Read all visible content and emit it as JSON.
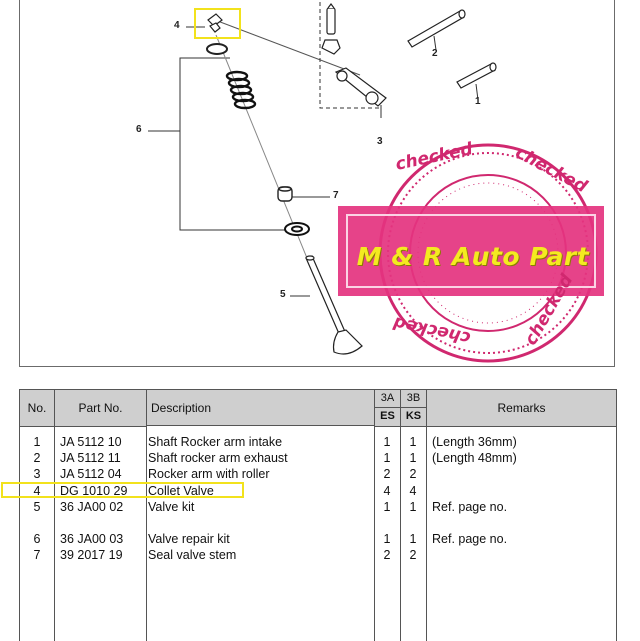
{
  "diagram": {
    "callouts": [
      "4",
      "2",
      "1",
      "6",
      "3",
      "7",
      "5"
    ]
  },
  "stamp": {
    "main_text": "M & R Auto Part",
    "word": "checked",
    "colors": {
      "ring": "#d0286f",
      "text": "#f4ea20",
      "band": "#e4337f"
    }
  },
  "table": {
    "headers": {
      "no": "No.",
      "part_no": "Part No.",
      "description": "Description",
      "col_3a_top": "3A",
      "col_3a_bottom": "ES",
      "col_3b_top": "3B",
      "col_3b_bottom": "KS",
      "remarks": "Remarks"
    },
    "rows": [
      {
        "no": "1",
        "part_no": "JA 5112 10",
        "description": "Shaft Rocker arm intake",
        "a": "1",
        "b": "1",
        "remarks": "(Length 36mm)"
      },
      {
        "no": "2",
        "part_no": "JA 5112 11",
        "description": "Shaft rocker arm exhaust",
        "a": "1",
        "b": "1",
        "remarks": "(Length 48mm)"
      },
      {
        "no": "3",
        "part_no": "JA 5112 04",
        "description": "Rocker arm with roller",
        "a": "2",
        "b": "2",
        "remarks": ""
      },
      {
        "no": "4",
        "part_no": "DG 1010 29",
        "description": "Collet Valve",
        "a": "4",
        "b": "4",
        "remarks": ""
      },
      {
        "no": "5",
        "part_no": "36 JA00 02",
        "description": "Valve kit",
        "a": "1",
        "b": "1",
        "remarks": "Ref. page no."
      },
      {
        "no": "6",
        "part_no": "36 JA00 03",
        "description": "Valve repair kit",
        "a": "1",
        "b": "1",
        "remarks": "Ref. page no."
      },
      {
        "no": "7",
        "part_no": "39 2017 19",
        "description": "Seal valve stem",
        "a": "2",
        "b": "2",
        "remarks": ""
      }
    ],
    "highlight_color": "#f2e21c"
  }
}
